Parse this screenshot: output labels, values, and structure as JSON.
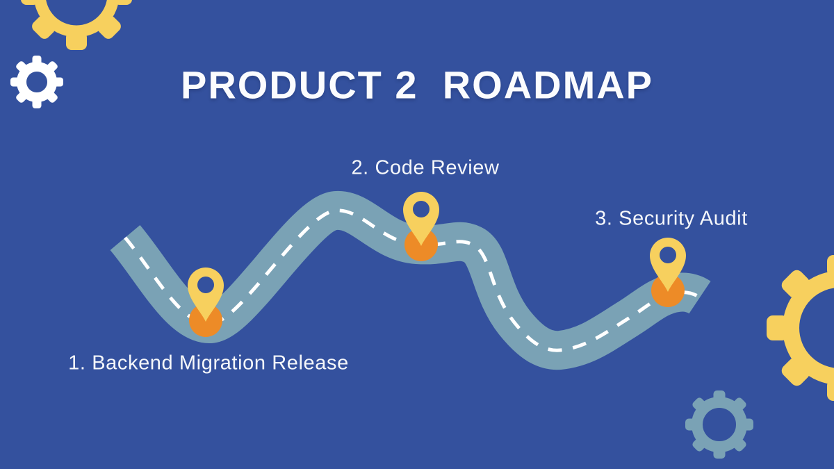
{
  "slide": {
    "title": "PRODUCT 2  ROADMAP"
  },
  "milestones": [
    {
      "order": "1",
      "label": "1. Backend Migration Release",
      "position": "bottom-left-valley"
    },
    {
      "order": "2",
      "label": "2. Code Review",
      "position": "top-middle-crest"
    },
    {
      "order": "3",
      "label": "3. Security Audit",
      "position": "right-road-end"
    }
  ],
  "decorations": {
    "road": "winding-road-with-dashed-center-line",
    "milestone_marker": "map-pin-icon",
    "top_left": "gear-icon",
    "upper_left": "gear-icon",
    "right_edge": "gear-icon",
    "bottom_right": "gear-icon"
  },
  "colors": {
    "background": "#34519e",
    "road": "#7aa2b5",
    "dash": "#ffffff",
    "pin_yellow": "#f7d05e",
    "pin_orange": "#ed8b27",
    "gear_yellow": "#f7d05e",
    "gear_white": "#ffffff",
    "gear_teal": "#7aa2b5",
    "title_text": "#fbfcfe",
    "label_text": "#f5f7fa"
  }
}
